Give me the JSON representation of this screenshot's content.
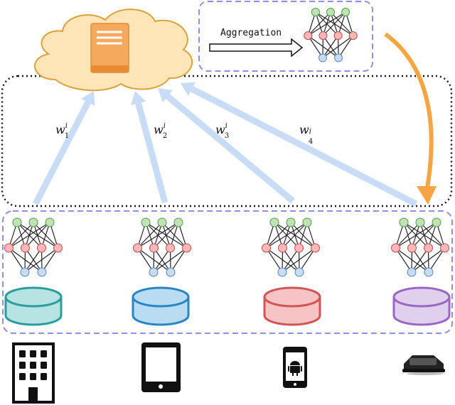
{
  "server": {
    "aggregation_label": "Aggregation",
    "cloud_color": "#fde5b8",
    "cloud_stroke": "#d9a23c",
    "server_color": "#f5a95c",
    "box_stroke": "#8f8fe3"
  },
  "updates": [
    {
      "base": "w",
      "sup": "i",
      "sub": "1"
    },
    {
      "base": "w",
      "sup": "i",
      "sub": "2"
    },
    {
      "base": "w",
      "sup": "i",
      "sub": "3"
    },
    {
      "base": "w",
      "sup": "i",
      "sub": "4"
    }
  ],
  "colors": {
    "arrow_light_blue": "#c9dcf5",
    "broadcast_arrow": "#f7a544",
    "node_green": "#c2e2b4",
    "node_red": "#f6b8b8",
    "node_blue": "#c6dcf4",
    "edge": "#222222"
  },
  "clients": [
    {
      "device": "building-icon",
      "db_fill": "#b7e3e3",
      "db_stroke": "#2a9d9d"
    },
    {
      "device": "tablet-icon",
      "db_fill": "#b9dcf2",
      "db_stroke": "#2a86c2"
    },
    {
      "device": "android-phone-icon",
      "db_fill": "#f6c4c4",
      "db_stroke": "#d35454"
    },
    {
      "device": "robot-vacuum-icon",
      "db_fill": "#e0d0ee",
      "db_stroke": "#9a68c4"
    }
  ]
}
